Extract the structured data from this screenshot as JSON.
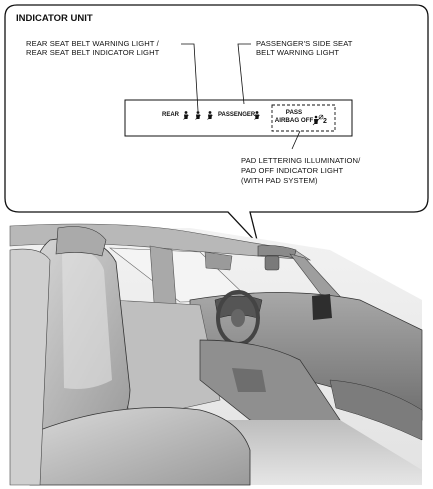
{
  "title": "INDICATOR UNIT",
  "callouts": {
    "rear_seat_belt": [
      "REAR SEAT BELT WARNING LIGHT /",
      "REAR SEAT BELT INDICATOR LIGHT"
    ],
    "passenger_side": [
      "PASSENGER'S SIDE SEAT",
      "BELT WARNING LIGHT"
    ],
    "pad_lettering": [
      "PAD LETTERING ILLUMINATION/",
      "PAD OFF INDICATOR LIGHT",
      "(WITH PAD SYSTEM)"
    ]
  },
  "panel": {
    "rear_label": "REAR",
    "passenger_label": "PASSENGER",
    "pad_line1": "PASS",
    "pad_line2": "AIRBAG OFF",
    "seat_number": "2"
  },
  "icons": [
    "seat-belt-icon",
    "airbag-off-icon"
  ],
  "colors": {
    "line": "#111111",
    "background": "#ffffff",
    "interior_gray": "#c8c8c8"
  }
}
